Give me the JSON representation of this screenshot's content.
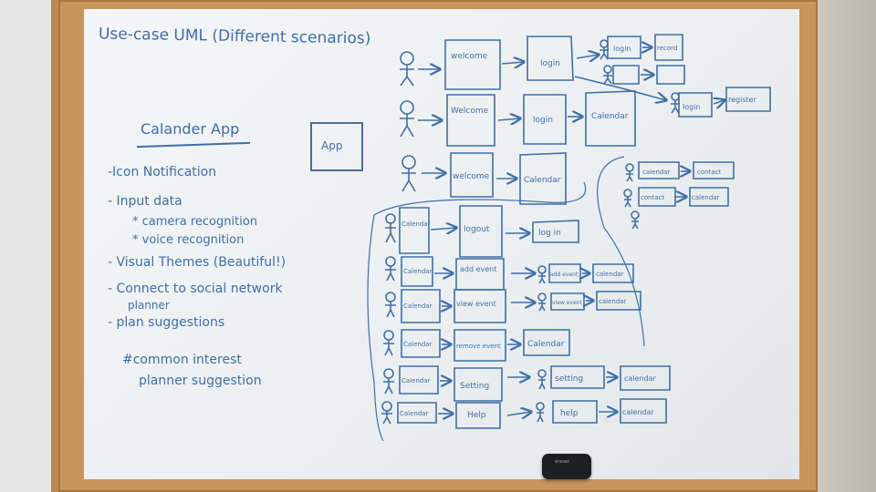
{
  "board": {
    "title": "Use-case UML (Different scenarios)",
    "app_name": "Calander App",
    "app_box": "App",
    "features": [
      "-Icon Notification",
      "- Input data",
      "* camera recognition",
      "* voice recognition",
      "- Visual Themes (Beautiful!)",
      "- Connect to social network",
      "planner",
      "- plan suggestions",
      "#common interest",
      "planner suggestion"
    ]
  },
  "diagram": {
    "top_rows": [
      [
        "welcome",
        "login",
        "login",
        "record"
      ],
      [
        "Welcome",
        "login",
        "Calendar"
      ],
      [
        "welcome",
        "Calendar"
      ]
    ],
    "side_flows": [
      [
        "login",
        "register"
      ],
      [
        "calendar",
        "contact"
      ],
      [
        "contact",
        "calendar"
      ]
    ],
    "calendar_rows": [
      [
        "Calendar",
        "logout",
        "log in"
      ],
      [
        "Calendar",
        "add event",
        "add event",
        "calendar"
      ],
      [
        "Calendar",
        "view event",
        "view event",
        "calendar"
      ],
      [
        "Calendar",
        "remove event",
        "Calendar"
      ],
      [
        "Calendar",
        "Setting",
        "setting",
        "calendar"
      ],
      [
        "Calendar",
        "Help",
        "help",
        "calendar"
      ]
    ]
  },
  "eraser_label": "eraser"
}
